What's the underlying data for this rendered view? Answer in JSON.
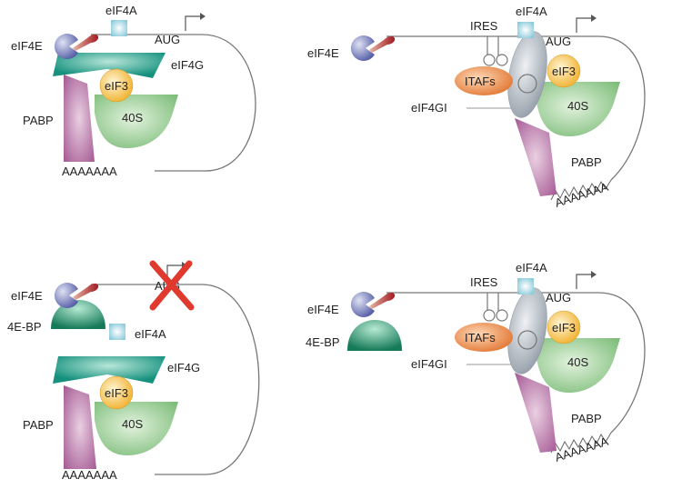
{
  "colors": {
    "eif4e": "#7078b8",
    "cap": "#b0222a",
    "eif4a": "#a9d8e4",
    "eif4g": "#1a9c86",
    "eif3": "#f5c451",
    "pabp": "#b56aa4",
    "s40": "#8cc98a",
    "itafs": "#e8843e",
    "eif4gi": "#a9b2bb",
    "bp4e": "#1f8f6a",
    "cross": "#e03a2f",
    "line": "#777777"
  },
  "panels": [
    {
      "id": "top-left",
      "labels": {
        "eif4a": "eIF4A",
        "eif4e": "eIF4E",
        "aug": "AUG",
        "eif4g": "eIF4G",
        "eif3": "eIF3",
        "pabp": "PABP",
        "s40": "40S",
        "polya": "AAAAAAA"
      }
    },
    {
      "id": "top-right",
      "labels": {
        "eif4a": "eIF4A",
        "eif4e": "eIF4E",
        "ires": "IRES",
        "aug": "AUG",
        "itafs": "ITAFs",
        "eif3": "eIF3",
        "eif4gi": "eIF4GI",
        "s40": "40S",
        "pabp": "PABP",
        "polya": "AAAAAAA"
      }
    },
    {
      "id": "bottom-left",
      "labels": {
        "eif4e": "eIF4E",
        "bp": "4E-BP",
        "aug": "AUG",
        "eif4a": "eIF4A",
        "eif4g": "eIF4G",
        "eif3": "eIF3",
        "pabp": "PABP",
        "s40": "40S",
        "polya": "AAAAAAA"
      }
    },
    {
      "id": "bottom-right",
      "labels": {
        "eif4a": "eIF4A",
        "eif4e": "eIF4E",
        "bp": "4E-BP",
        "ires": "IRES",
        "aug": "AUG",
        "itafs": "ITAFs",
        "eif3": "eIF3",
        "eif4gi": "eIF4GI",
        "s40": "40S",
        "pabp": "PABP",
        "polya": "AAAAAAA"
      }
    }
  ]
}
